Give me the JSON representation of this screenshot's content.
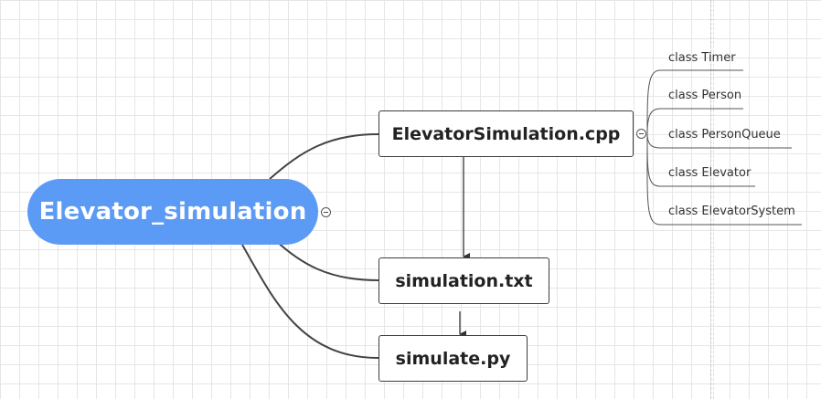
{
  "root": {
    "label": "Elevator_simulation"
  },
  "nodes": {
    "cpp": {
      "label": "ElevatorSimulation.cpp"
    },
    "txt": {
      "label": "simulation.txt"
    },
    "py": {
      "label": "simulate.py"
    }
  },
  "classes": [
    {
      "label": "class Timer"
    },
    {
      "label": "class Person"
    },
    {
      "label": "class PersonQueue"
    },
    {
      "label": "class Elevator"
    },
    {
      "label": "class ElevatorSystem"
    }
  ],
  "colors": {
    "root_fill": "#5b9bf5",
    "root_text": "#ffffff",
    "connector": "#444444",
    "grid": "#e6e6e6"
  },
  "icons": {
    "collapse": "circle-minus-icon",
    "arrow": "arrow-down-icon"
  }
}
